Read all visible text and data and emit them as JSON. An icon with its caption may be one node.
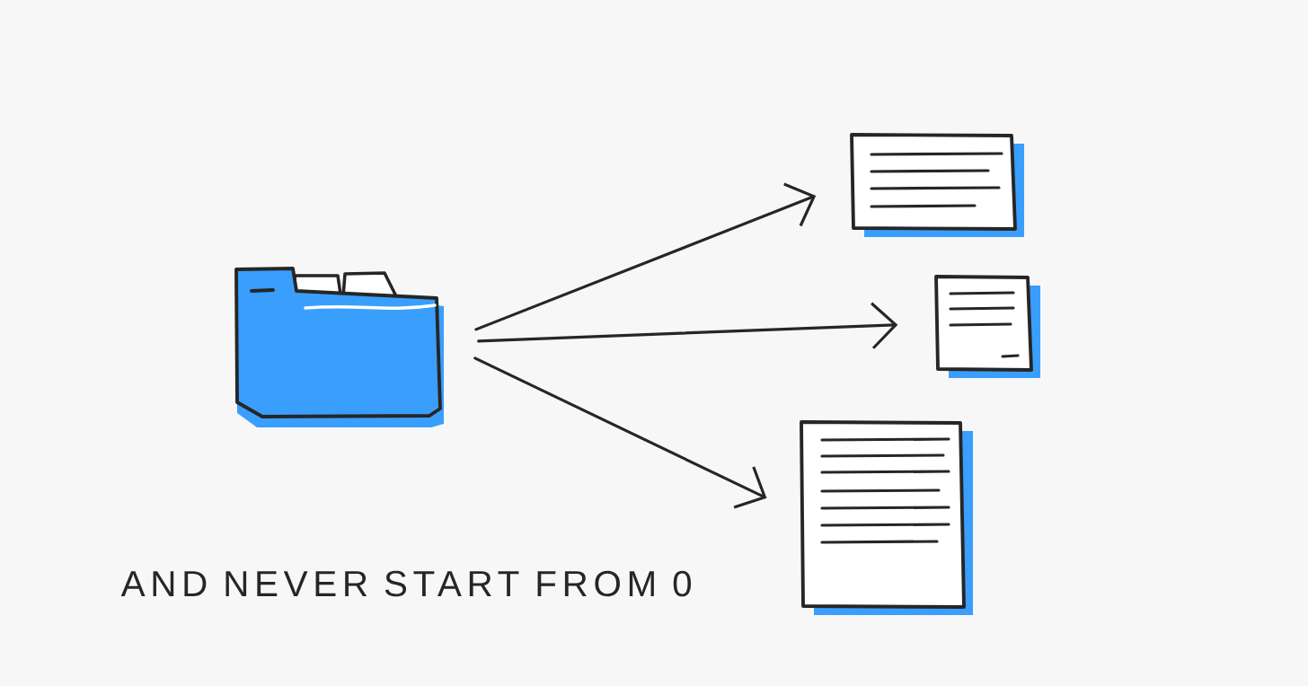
{
  "diagram": {
    "nodes": [
      {
        "text": [],
        "shape": "picture"
      },
      {
        "text": [],
        "shape": "picture"
      },
      {
        "text": [],
        "shape": "picture"
      },
      {
        "text": [],
        "shape": "picture"
      }
    ],
    "edges": [
      {
        "from": 0,
        "to": 1,
        "arrow": "to"
      },
      {
        "from": 0,
        "to": 2,
        "arrow": "to"
      },
      {
        "from": 0,
        "to": 3,
        "arrow": "to"
      }
    ],
    "labels": [
      "AND NEVER START FROM 0"
    ]
  }
}
